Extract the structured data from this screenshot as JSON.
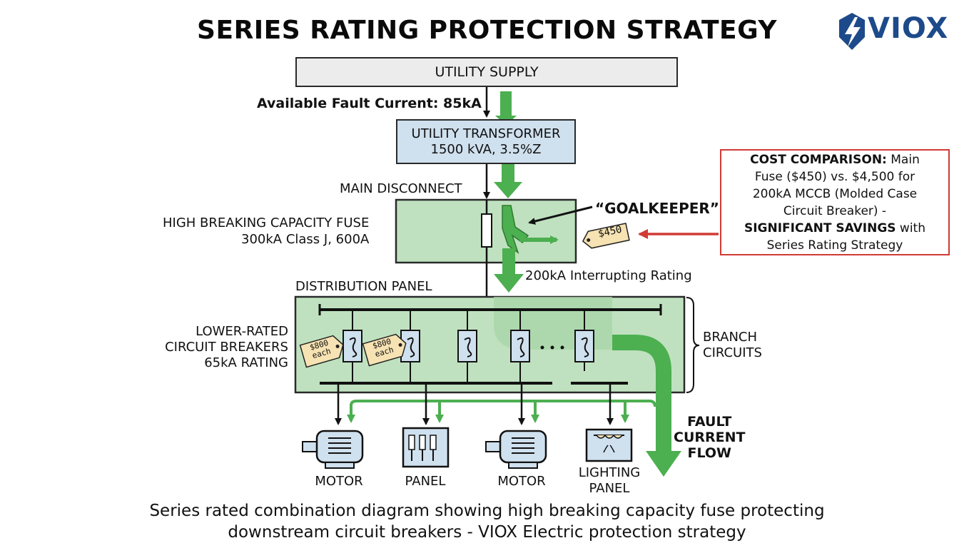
{
  "title": "SERIES RATING PROTECTION STRATEGY",
  "brand": {
    "name": "VIOX",
    "color": "#1d4a8a",
    "icon": "lightning-bolt-icon"
  },
  "utility_supply": "UTILITY SUPPLY",
  "available_fault_current": "Available Fault Current: 85kA",
  "transformer": {
    "line1": "UTILITY TRANSFORMER",
    "line2": "1500 kVA, 3.5%Z"
  },
  "main_disconnect": "MAIN DISCONNECT",
  "fuse": {
    "line1": "HIGH BREAKING CAPACITY FUSE",
    "line2": "300kA Class J, 600A",
    "tag": "$450"
  },
  "goalkeeper": "“GOALKEEPER”",
  "interrupting_rating": "200kA Interrupting Rating",
  "distribution_panel": "DISTRIBUTION PANEL",
  "lower_rated": {
    "line1": "LOWER-RATED",
    "line2": "CIRCUIT BREAKERS",
    "line3": "65kA RATING"
  },
  "breaker_tag": {
    "line1": "$800",
    "line2": "each"
  },
  "branch_circuits": {
    "line1": "BRANCH",
    "line2": "CIRCUITS"
  },
  "fault_flow": {
    "line1": "FAULT",
    "line2": "CURRENT",
    "line3": "FLOW"
  },
  "loads": {
    "motor1": "MOTOR",
    "panel": "PANEL",
    "motor2": "MOTOR",
    "lighting_line1": "LIGHTING",
    "lighting_line2": "PANEL"
  },
  "cost": {
    "bold1": "COST COMPARISON:",
    "text1": " Main",
    "line2": "Fuse ($450) vs. $4,500 for",
    "line3": "200kA MCCB (Molded Case",
    "line4": "Circuit Breaker) -",
    "bold2": "SIGNIFICANT SAVINGS",
    "text2": " with",
    "line6": "Series Rating Strategy"
  },
  "caption": {
    "line1": "Series rated combination diagram showing high breaking capacity fuse protecting",
    "line2": "downstream circuit breakers - VIOX Electric protection strategy"
  },
  "colors": {
    "green_fill": "#bfe1bf",
    "green_arrow": "#4caf50",
    "blue_fill": "#cfe0ee",
    "red": "#d23a35",
    "tag": "#f6e2b2"
  }
}
